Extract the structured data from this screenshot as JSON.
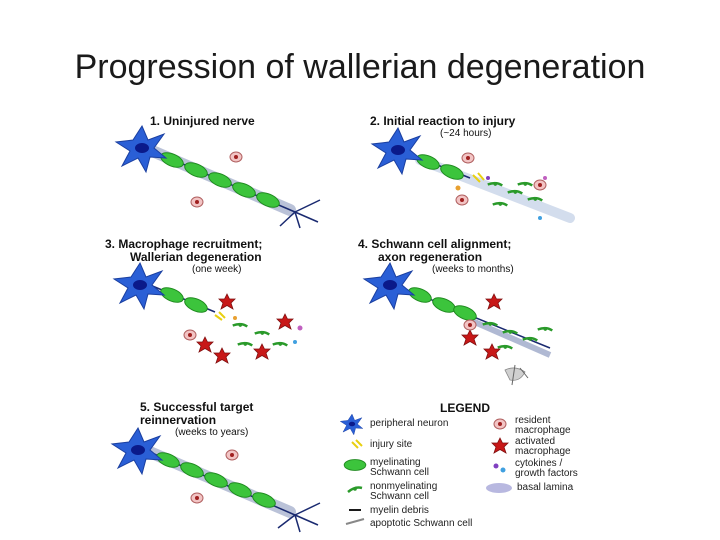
{
  "slide": {
    "title": "Progression of wallerian degeneration"
  },
  "panels": [
    {
      "label": "1. Uninjured nerve",
      "sub": ""
    },
    {
      "label": "2. Initial reaction to injury",
      "sub": "(~24 hours)"
    },
    {
      "label_line1": "3. Macrophage recruitment;",
      "label_line2": "Wallerian degeneration",
      "sub": "(one week)"
    },
    {
      "label_line1": "4. Schwann cell alignment;",
      "label_line2": "axon regeneration",
      "sub": "(weeks to months)"
    },
    {
      "label_line1": "5. Successful target",
      "label_line2": "reinnervation",
      "sub": "(weeks to years)"
    }
  ],
  "legend": {
    "title": "LEGEND",
    "left": [
      {
        "text": "peripheral neuron",
        "icon": "neuron-icon"
      },
      {
        "text": "injury site",
        "icon": "injury-site-icon"
      },
      {
        "text_line1": "myelinating",
        "text_line2": "Schwann cell",
        "icon": "myelinating-schwann-cell-icon"
      },
      {
        "text_line1": "nonmyelinating",
        "text_line2": "Schwann cell",
        "icon": "nonmyelinating-schwann-cell-icon"
      },
      {
        "text": "myelin debris",
        "icon": "myelin-debris-icon"
      },
      {
        "text": "apoptotic Schwann cell",
        "icon": "apoptotic-schwann-cell-icon"
      }
    ],
    "right": [
      {
        "text_line1": "resident",
        "text_line2": "macrophage",
        "icon": "resident-macrophage-icon"
      },
      {
        "text_line1": "activated",
        "text_line2": "macrophage",
        "icon": "activated-macrophage-icon"
      },
      {
        "text_line1": "cytokines /",
        "text_line2": "growth factors",
        "icon": "cytokines-icon"
      },
      {
        "text": "basal lamina",
        "icon": "basal-lamina-icon"
      }
    ]
  },
  "colors": {
    "neuron": "#2a5fd6",
    "nucleus": "#0a1a8a",
    "schwann": "#3cc43c",
    "macrophage_resident": "#e8a0a0",
    "macrophage_activated": "#c81818",
    "basal_lamina": "#b8b8e0"
  }
}
